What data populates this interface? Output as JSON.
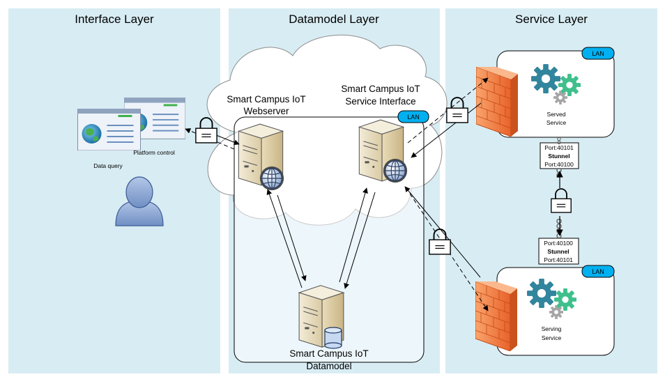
{
  "layers": {
    "interface": {
      "title": "Interface Layer"
    },
    "datamodel": {
      "title": "Datamodel Layer"
    },
    "service": {
      "title": "Service Layer"
    }
  },
  "interface": {
    "data_query_label": "Data query",
    "platform_control_label": "Platform control"
  },
  "datamodel": {
    "webserver_label_line1": "Smart Campus IoT",
    "webserver_label_line2": "Webserver",
    "service_interface_label_line1": "Smart Campus IoT",
    "service_interface_label_line2": "Service Interface",
    "datamodel_label_line1": "Smart Campus IoT",
    "datamodel_label_line2": "Datamodel",
    "lan_badge": "LAN"
  },
  "service": {
    "served": {
      "line1": "Served",
      "line2": "Service",
      "lan_badge": "LAN"
    },
    "serving": {
      "line1": "Serving",
      "line2": "Service",
      "lan_badge": "LAN"
    },
    "stunnel_top": {
      "port1": "Port:40101",
      "name": "Stunnel",
      "port2": "Port:40100"
    },
    "stunnel_bottom": {
      "port1": "Port:40100",
      "name": "Stunnel",
      "port2": "Port:40101"
    }
  },
  "colors": {
    "panel_bg": "#d8ecf3",
    "lan_badge": "#00b0f0",
    "firewall": "#f37a3b",
    "gear_teal": "#31859c",
    "gear_green": "#3fbf8c",
    "gear_gray": "#a6a6a6",
    "user_fill": "#8eaadb"
  },
  "icons": {
    "user": "user-icon",
    "server": "server-icon",
    "globe": "globe-icon",
    "database": "database-icon",
    "lock": "padlock-icon",
    "firewall": "firewall-icon",
    "gears": "gears-icon",
    "chain": "chain-icon"
  }
}
